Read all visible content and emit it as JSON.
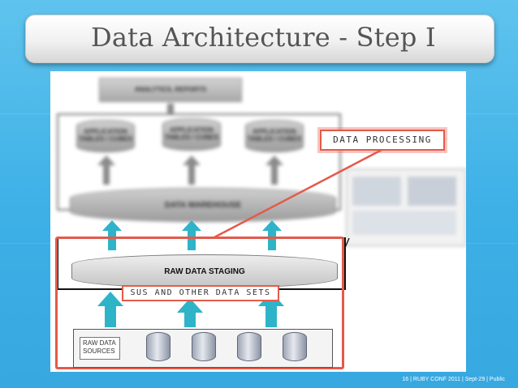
{
  "slide": {
    "title": "Data Architecture - Step I",
    "footer": "16 | RUBY CONF 2011 | Sept-29 | Public"
  },
  "diagram": {
    "analytics_reports": "ANALYTICS, REPORTS",
    "app_tables": [
      "APPLICATION TABLES / CUBES",
      "APPLICATION TABLES / CUBES",
      "APPLICATION TABLES / CUBES"
    ],
    "data_warehouse": "DATA WAREHOUSE",
    "raw_data_staging": "RAW DATA STAGING",
    "raw_data_sources": "RAW DATA SOURCES",
    "callout_processing": "DATA PROCESSING",
    "callout_sus": "SUS AND OTHER DATA SETS"
  },
  "colors": {
    "background": "#3db0e6",
    "highlight": "#e45a4a",
    "arrow": "#2fb3c9"
  }
}
